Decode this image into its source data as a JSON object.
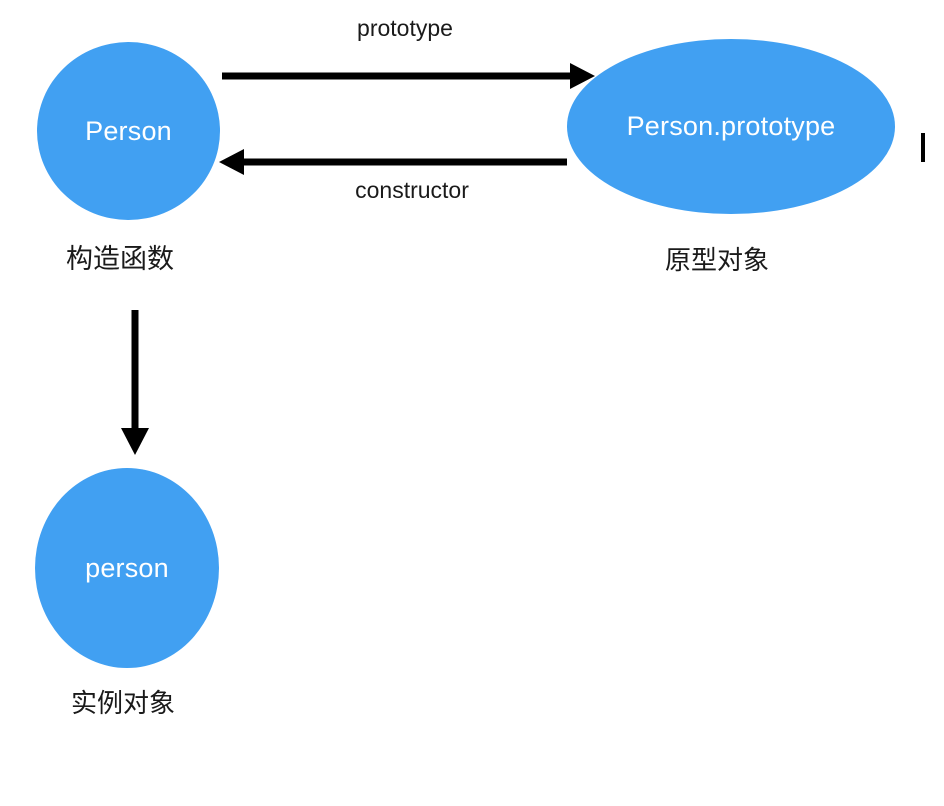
{
  "colors": {
    "node_fill": "#41A0F2",
    "node_text": "#FFFFFF",
    "arrow": "#000000",
    "caption_text": "#1A1A1A",
    "background": "#FFFFFF"
  },
  "diagram": {
    "title": "",
    "nodes": [
      {
        "label": "Person",
        "caption": "构造函数",
        "shape": "circle"
      },
      {
        "label": "Person.prototype",
        "caption": "原型对象",
        "shape": "ellipse"
      },
      {
        "label": "person",
        "caption": "实例对象",
        "shape": "circle"
      }
    ],
    "edges": [
      {
        "label": "prototype",
        "from": "Person",
        "to": "Person.prototype",
        "direction": "right"
      },
      {
        "label": "constructor",
        "from": "Person.prototype",
        "to": "Person",
        "direction": "left"
      },
      {
        "label": "",
        "from": "Person",
        "to": "person",
        "direction": "down"
      }
    ]
  }
}
